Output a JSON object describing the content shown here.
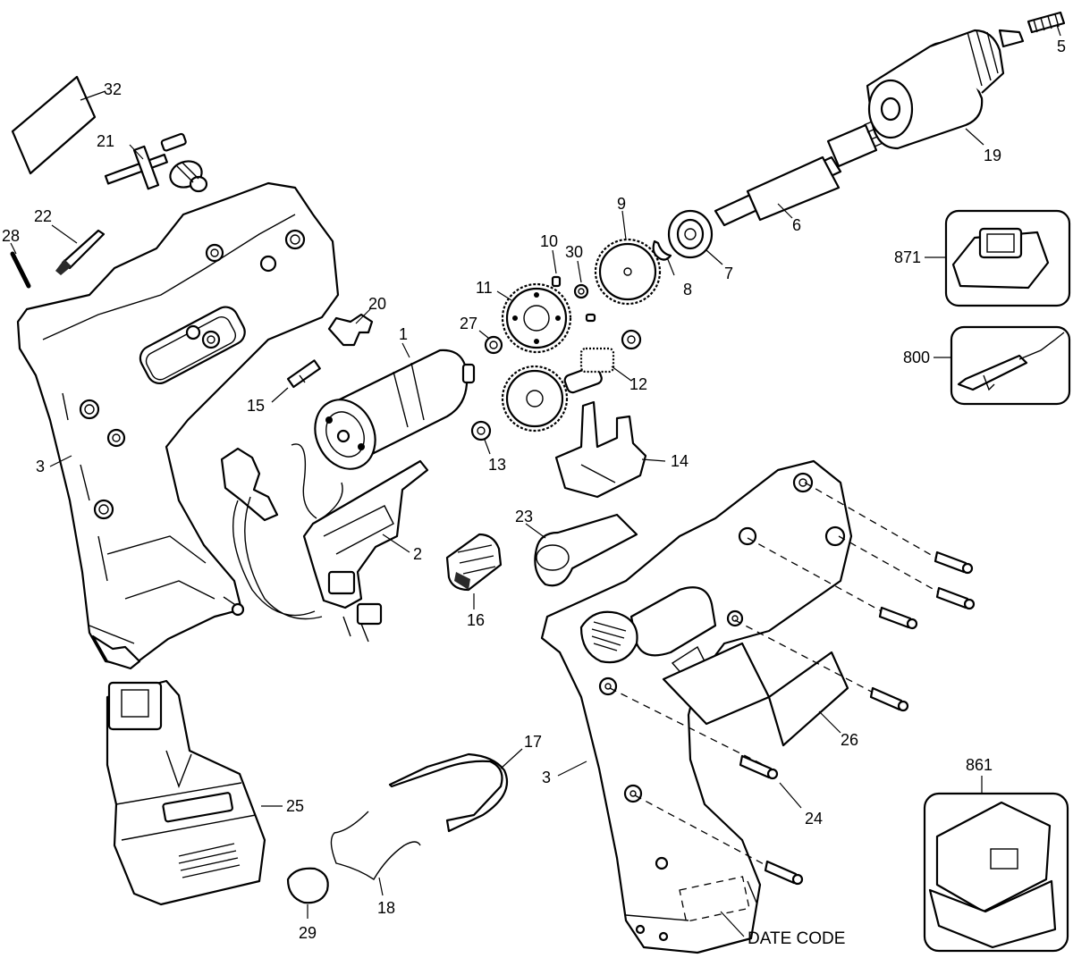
{
  "callouts": {
    "c1": "1",
    "c2": "2",
    "c3a": "3",
    "c3b": "3",
    "c5": "5",
    "c6": "6",
    "c7": "7",
    "c8": "8",
    "c9": "9",
    "c10": "10",
    "c11": "11",
    "c12": "12",
    "c13": "13",
    "c14": "14",
    "c15": "15",
    "c16": "16",
    "c17": "17",
    "c18": "18",
    "c19": "19",
    "c20": "20",
    "c21": "21",
    "c22": "22",
    "c23": "23",
    "c24": "24",
    "c25": "25",
    "c26": "26",
    "c27": "27",
    "c28": "28",
    "c29": "29",
    "c30": "30",
    "c32": "32",
    "c800": "800",
    "c861": "861",
    "c871": "871"
  },
  "date_code": "DATE CODE"
}
